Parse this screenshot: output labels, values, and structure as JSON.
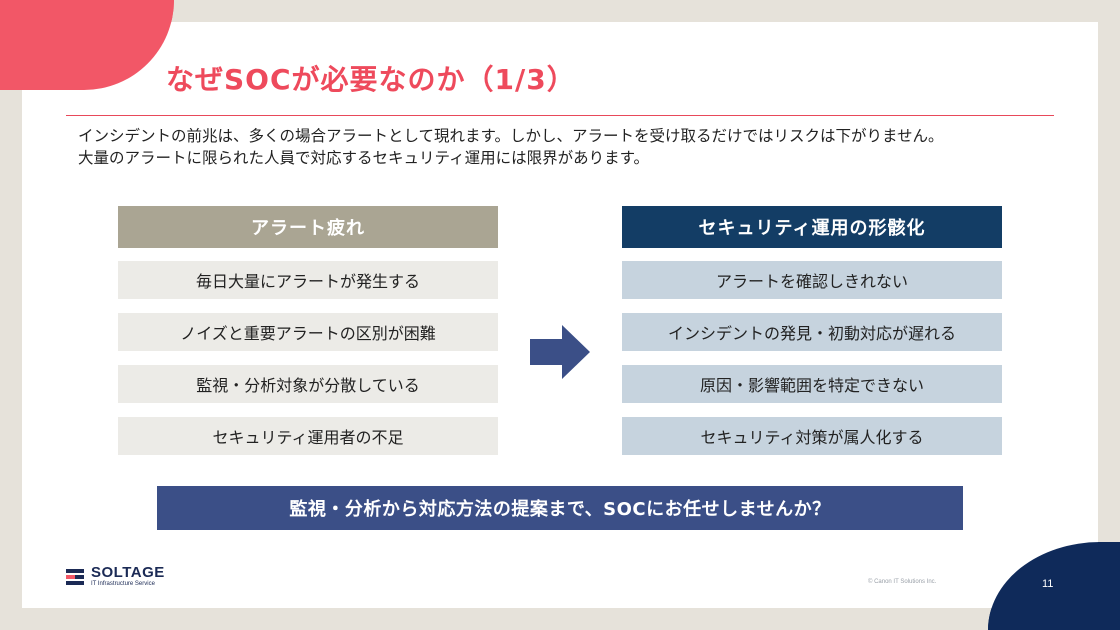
{
  "slide": {
    "title": "なぜSOCが必要なのか（1/3）",
    "intro_lines": [
      "インシデントの前兆は、多くの場合アラートとして現れます。しかし、アラートを受け取るだけではリスクは下がりません。",
      "大量のアラートに限られた人員で対応するセキュリティ運用には限界があります。"
    ],
    "left_column": {
      "heading": "アラート疲れ",
      "items": [
        "毎日大量にアラートが発生する",
        "ノイズと重要アラートの区別が困難",
        "監視・分析対象が分散している",
        "セキュリティ運用者の不足"
      ]
    },
    "right_column": {
      "heading": "セキュリティ運用の形骸化",
      "items": [
        "アラートを確認しきれない",
        "インシデントの発見・初動対応が遅れる",
        "原因・影響範囲を特定できない",
        "セキュリティ対策が属人化する"
      ]
    },
    "arrow_icon": "right-arrow-icon",
    "call_to_action": "監視・分析から対応方法の提案まで、SOCにお任せしませんか？"
  },
  "footer": {
    "logo_name": "SOLTAGE",
    "logo_subtitle": "IT Infrastructure Service",
    "copyright": "© Canon IT Solutions Inc.",
    "page_number": "11"
  },
  "colors": {
    "accent_red": "#f25767",
    "title_red": "#ee4a5c",
    "navy": "#133d65",
    "dark_navy": "#0f2a5a",
    "beige_header": "#aaa593",
    "cta_blue": "#3b4f87"
  }
}
